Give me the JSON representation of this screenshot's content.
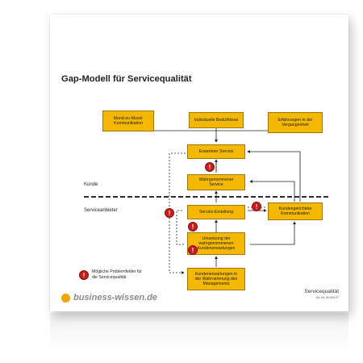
{
  "title": "Gap-Modell für Servicequalität",
  "boxes": {
    "mundpropaganda": "Mund-zu-Mund-\nKommunikation",
    "beduerfnisse": "Individuelle Bedürfnisse",
    "erfahrungen": "Erfahrungen in der\nVergangenheit",
    "erwartet": "Erwarteter Service",
    "wahrgenommen": "Wahrgenommener\nService",
    "erstellung": "Service-Erstellung",
    "kommunikation": "Kundengerichtete\nKommunikation",
    "umsetzung": "Umsetzung der\nwahrgenommenen\nKundenerwartungen",
    "management": "Kundenerwartungen in\nder Wahrnehmung des\nManagements"
  },
  "labels": {
    "kunde": "Kunde",
    "serviceanbieter": "Serviceanbieter"
  },
  "warning_symbol": "!",
  "legend": "Mögliche Problemfelder für\ndie Servicequalität",
  "footer": {
    "brand": "business-wissen.de",
    "doc_title": "Servicequalität",
    "doc_nr": "Art.-Nr. 30.009.07"
  },
  "colors": {
    "box": "#f5b800",
    "warning": "#cc1b1b",
    "brand_dot": "#f0a500"
  }
}
